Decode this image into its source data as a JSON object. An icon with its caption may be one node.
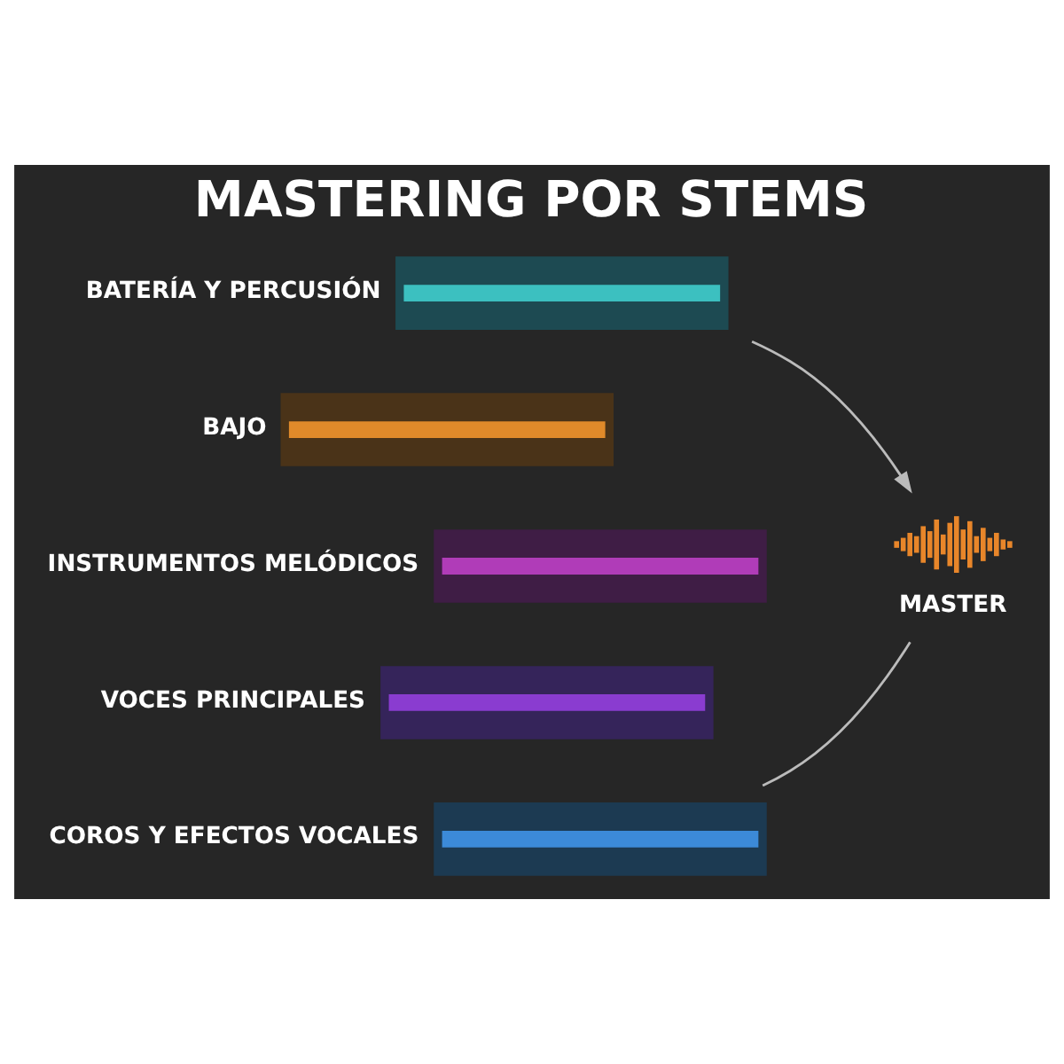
{
  "diagram": {
    "title": "MASTERING POR STEMS",
    "nodes": [
      {
        "text": [],
        "shape": "bar",
        "beside": [
          "BATERÍA Y PERCUSIÓN"
        ]
      },
      {
        "text": [],
        "shape": "bar",
        "beside": [
          "BAJO"
        ]
      },
      {
        "text": [],
        "shape": "bar",
        "beside": [
          "INSTRUMENTOS MELÓDICOS"
        ]
      },
      {
        "text": [],
        "shape": "bar",
        "beside": [
          "VOCES PRINCIPALES"
        ]
      },
      {
        "text": [],
        "shape": "bar",
        "beside": [
          "COROS Y EFECTOS VOCALES"
        ]
      },
      {
        "text": [],
        "shape": "picture",
        "beside": [
          "MASTER"
        ]
      }
    ],
    "edges": [
      {
        "from": 0,
        "to": 5,
        "arrow": "to"
      },
      {
        "from": 4,
        "to": 5,
        "arrow": "none"
      }
    ]
  }
}
